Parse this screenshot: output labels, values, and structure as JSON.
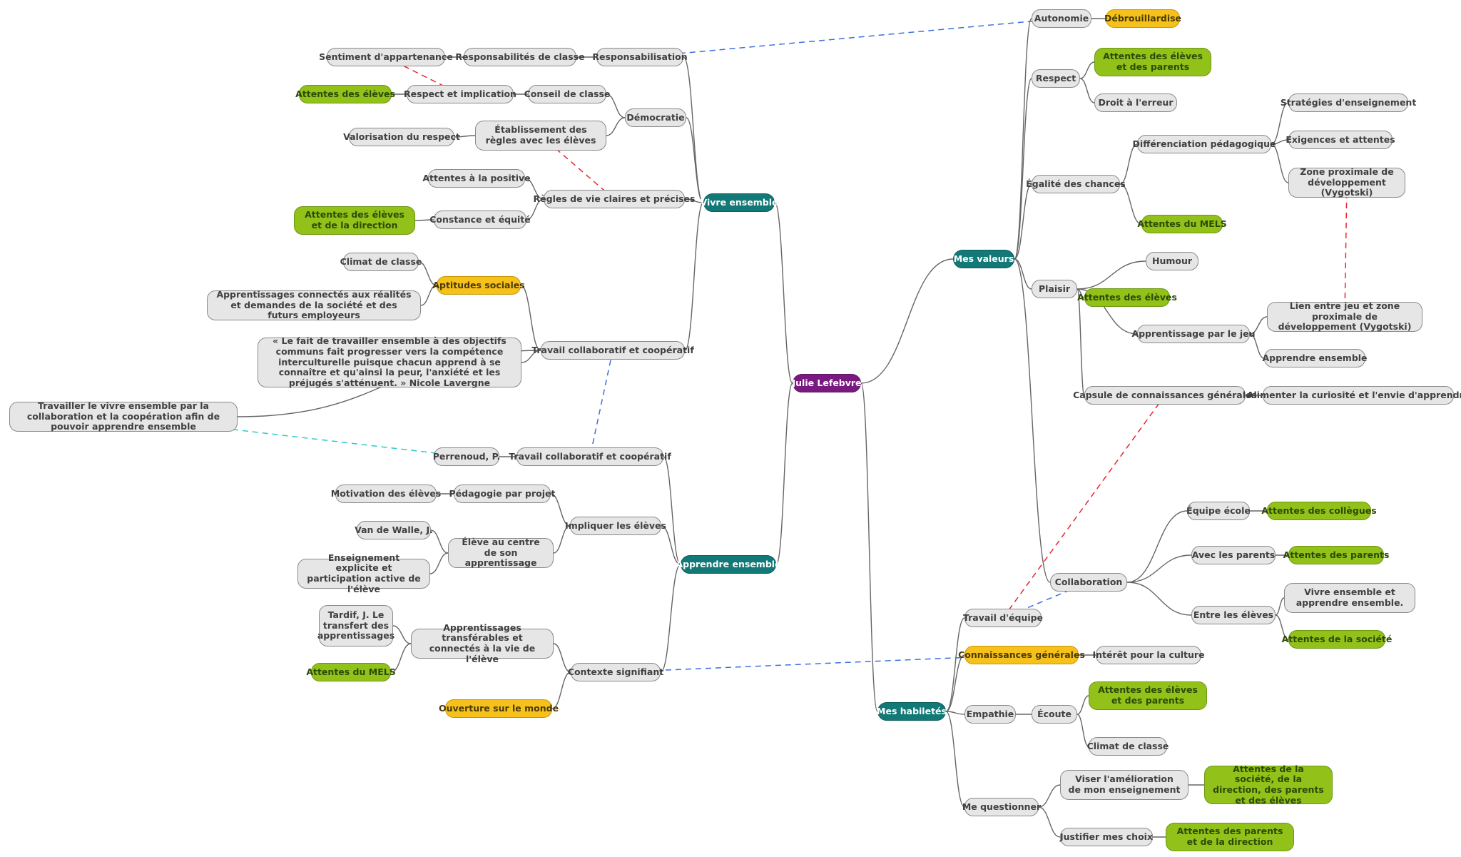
{
  "colors": {
    "root": "#7a1a80",
    "hub": "#127977",
    "leaf": "#e6e6e6",
    "green": "#92c219",
    "yellow": "#f6c11b",
    "link": "#666666",
    "dashed_red": "#e8252f",
    "dashed_blue": "#3c6fe0",
    "dashed_cyan": "#2ec8cf"
  },
  "nodes": {
    "root": {
      "label": "Julie Lefebvre",
      "style": "root"
    },
    "vivre": {
      "label": "Vivre ensemble",
      "style": "hub"
    },
    "apprendre": {
      "label": "Apprendre ensemble",
      "style": "hub"
    },
    "valeurs": {
      "label": "Mes valeurs",
      "style": "hub"
    },
    "habiletes": {
      "label": "Mes habiletés",
      "style": "hub"
    },
    "responsabilisation": {
      "label": "Responsabilisation",
      "style": "leaf"
    },
    "resp_classe": {
      "label": "Responsabilités de classe",
      "style": "leaf"
    },
    "sentiment": {
      "label": "Sentiment d'appartenance",
      "style": "leaf"
    },
    "democratie": {
      "label": "Démocratie",
      "style": "leaf"
    },
    "conseil": {
      "label": "Conseil de classe",
      "style": "leaf"
    },
    "respect_impl": {
      "label": "Respect et implication",
      "style": "leaf"
    },
    "att_eleves_1": {
      "label": "Attentes des élèves",
      "style": "green"
    },
    "etab_regles": {
      "label": "Établissement des règles avec les élèves",
      "style": "leaf"
    },
    "valorisation": {
      "label": "Valorisation du respect",
      "style": "leaf"
    },
    "regles_vie": {
      "label": "Règles de vie claires et précises",
      "style": "leaf"
    },
    "att_positive": {
      "label": "Attentes à la positive",
      "style": "leaf"
    },
    "constance": {
      "label": "Constance et équité",
      "style": "leaf"
    },
    "att_eleves_dir": {
      "label": "Attentes des élèves et de la direction",
      "style": "green"
    },
    "travail_collab_1": {
      "label": "Travail collaboratif et coopératif",
      "style": "leaf"
    },
    "aptitudes": {
      "label": "Aptitudes sociales",
      "style": "yellow"
    },
    "climat_1": {
      "label": "Climat de classe",
      "style": "leaf"
    },
    "apprentissages_conn": {
      "label": "Apprentissages connectés aux réalités et demandes de la société et des futurs employeurs",
      "style": "leaf"
    },
    "citation": {
      "label": "« Le fait de travailler ensemble à des objectifs communs fait progresser vers la compétence interculturelle puisque chacun apprend à se connaître et qu'ainsi la peur, l'anxiété et les préjugés s'atténuent. » Nicole Lavergne",
      "style": "leaf"
    },
    "travailler_vivre": {
      "label": "Travailler le vivre ensemble par la collaboration et la coopération afin de pouvoir apprendre ensemble",
      "style": "leaf"
    },
    "travail_collab_2": {
      "label": "Travail collaboratif et coopératif",
      "style": "leaf"
    },
    "perrenoud": {
      "label": "Perrenoud, P.",
      "style": "leaf"
    },
    "impliquer": {
      "label": "Impliquer les élèves",
      "style": "leaf"
    },
    "pedagogie_projet": {
      "label": "Pédagogie par projet",
      "style": "leaf"
    },
    "motivation": {
      "label": "Motivation des élèves",
      "style": "leaf"
    },
    "eleve_centre": {
      "label": "Élève au centre de son apprentissage",
      "style": "leaf"
    },
    "van_walle": {
      "label": "Van de Walle, J.",
      "style": "leaf"
    },
    "enseignement_expl": {
      "label": "Enseignement explicite et participation active de l'élève",
      "style": "leaf"
    },
    "contexte": {
      "label": "Contexte signifiant",
      "style": "leaf"
    },
    "apprentissages_transf": {
      "label": "Apprentissages transférables et connectés à la vie de l'élève",
      "style": "leaf"
    },
    "tardif": {
      "label": "Tardif, J. Le transfert des apprentissages",
      "style": "leaf"
    },
    "att_mels_1": {
      "label": "Attentes du MELS",
      "style": "green"
    },
    "ouverture": {
      "label": "Ouverture sur le monde",
      "style": "yellow"
    },
    "autonomie": {
      "label": "Autonomie",
      "style": "leaf"
    },
    "debrouillardise": {
      "label": "Débrouillardise",
      "style": "yellow"
    },
    "respect": {
      "label": "Respect",
      "style": "leaf"
    },
    "att_eleves_parents_1": {
      "label": "Attentes des élèves et des parents",
      "style": "green"
    },
    "droit_erreur": {
      "label": "Droit à l'erreur",
      "style": "leaf"
    },
    "egalite": {
      "label": "Égalité des chances",
      "style": "leaf"
    },
    "differenciation": {
      "label": "Différenciation pédagogique",
      "style": "leaf"
    },
    "strategies": {
      "label": "Stratégies d'enseignement",
      "style": "leaf"
    },
    "exigences": {
      "label": "Exigences et attentes",
      "style": "leaf"
    },
    "zone_proximale": {
      "label": "Zone proximale de développement (Vygotski)",
      "style": "leaf"
    },
    "att_mels_2": {
      "label": "Attentes du MELS",
      "style": "green"
    },
    "plaisir": {
      "label": "Plaisir",
      "style": "leaf"
    },
    "humour": {
      "label": "Humour",
      "style": "leaf"
    },
    "att_eleves_2": {
      "label": "Attentes des élèves",
      "style": "green"
    },
    "apprentissage_jeu": {
      "label": "Apprentissage par le jeu",
      "style": "leaf"
    },
    "lien_jeu": {
      "label": "Lien entre jeu et zone proximale de développement (Vygotski)",
      "style": "leaf"
    },
    "apprendre_ens_leaf": {
      "label": "Apprendre ensemble",
      "style": "leaf"
    },
    "capsule": {
      "label": "Capsule de connaissances générales",
      "style": "leaf"
    },
    "curiosite": {
      "label": "Alimenter la curiosité et l'envie d'apprendre",
      "style": "leaf"
    },
    "collaboration": {
      "label": "Collaboration",
      "style": "leaf"
    },
    "equipe_ecole": {
      "label": "Équipe école",
      "style": "leaf"
    },
    "att_collegues": {
      "label": "Attentes des collègues",
      "style": "green"
    },
    "avec_parents": {
      "label": "Avec les parents",
      "style": "leaf"
    },
    "att_parents": {
      "label": "Attentes des parents",
      "style": "green"
    },
    "entre_eleves": {
      "label": "Entre les élèves",
      "style": "leaf"
    },
    "vivre_apprendre": {
      "label": "Vivre ensemble et apprendre ensemble.",
      "style": "leaf"
    },
    "att_societe": {
      "label": "Attentes de la société",
      "style": "green"
    },
    "travail_equipe": {
      "label": "Travail d'équipe",
      "style": "leaf"
    },
    "connaissances": {
      "label": "Connaissances générales",
      "style": "yellow"
    },
    "interet_culture": {
      "label": "Intérêt pour la culture",
      "style": "leaf"
    },
    "empathie": {
      "label": "Empathie",
      "style": "leaf"
    },
    "ecoute": {
      "label": "Écoute",
      "style": "leaf"
    },
    "att_eleves_parents_2": {
      "label": "Attentes des élèves et des parents",
      "style": "green"
    },
    "climat_2": {
      "label": "Climat de classe",
      "style": "leaf"
    },
    "questionner": {
      "label": "Me questionner",
      "style": "leaf"
    },
    "viser": {
      "label": "Viser l'amélioration de mon enseignement",
      "style": "leaf"
    },
    "att_societe_dir": {
      "label": "Attentes de la société, de la direction, des parents et des élèves",
      "style": "green"
    },
    "justifier": {
      "label": "Justifier mes choix",
      "style": "leaf"
    },
    "att_parents_dir": {
      "label": "Attentes des parents et de la direction",
      "style": "green"
    }
  },
  "links": [
    [
      "root",
      "vivre"
    ],
    [
      "root",
      "apprendre"
    ],
    [
      "root",
      "valeurs"
    ],
    [
      "root",
      "habiletes"
    ],
    [
      "vivre",
      "responsabilisation"
    ],
    [
      "vivre",
      "democratie"
    ],
    [
      "vivre",
      "regles_vie"
    ],
    [
      "vivre",
      "travail_collab_1"
    ],
    [
      "responsabilisation",
      "resp_classe"
    ],
    [
      "resp_classe",
      "sentiment"
    ],
    [
      "democratie",
      "conseil"
    ],
    [
      "democratie",
      "etab_regles"
    ],
    [
      "conseil",
      "respect_impl"
    ],
    [
      "respect_impl",
      "att_eleves_1"
    ],
    [
      "etab_regles",
      "valorisation"
    ],
    [
      "regles_vie",
      "att_positive"
    ],
    [
      "regles_vie",
      "constance"
    ],
    [
      "constance",
      "att_eleves_dir"
    ],
    [
      "travail_collab_1",
      "aptitudes"
    ],
    [
      "travail_collab_1",
      "citation"
    ],
    [
      "travail_collab_1",
      "travailler_vivre"
    ],
    [
      "aptitudes",
      "climat_1"
    ],
    [
      "aptitudes",
      "apprentissages_conn"
    ],
    [
      "apprendre",
      "travail_collab_2"
    ],
    [
      "apprendre",
      "impliquer"
    ],
    [
      "apprendre",
      "contexte"
    ],
    [
      "travail_collab_2",
      "perrenoud"
    ],
    [
      "impliquer",
      "pedagogie_projet"
    ],
    [
      "impliquer",
      "eleve_centre"
    ],
    [
      "pedagogie_projet",
      "motivation"
    ],
    [
      "eleve_centre",
      "van_walle"
    ],
    [
      "eleve_centre",
      "enseignement_expl"
    ],
    [
      "contexte",
      "apprentissages_transf"
    ],
    [
      "contexte",
      "ouverture"
    ],
    [
      "apprentissages_transf",
      "tardif"
    ],
    [
      "apprentissages_transf",
      "att_mels_1"
    ],
    [
      "valeurs",
      "autonomie"
    ],
    [
      "valeurs",
      "respect"
    ],
    [
      "valeurs",
      "egalite"
    ],
    [
      "valeurs",
      "plaisir"
    ],
    [
      "valeurs",
      "collaboration"
    ],
    [
      "autonomie",
      "debrouillardise"
    ],
    [
      "respect",
      "att_eleves_parents_1"
    ],
    [
      "respect",
      "droit_erreur"
    ],
    [
      "egalite",
      "differenciation"
    ],
    [
      "egalite",
      "att_mels_2"
    ],
    [
      "differenciation",
      "strategies"
    ],
    [
      "differenciation",
      "exigences"
    ],
    [
      "differenciation",
      "zone_proximale"
    ],
    [
      "plaisir",
      "humour"
    ],
    [
      "plaisir",
      "att_eleves_2"
    ],
    [
      "plaisir",
      "apprentissage_jeu"
    ],
    [
      "plaisir",
      "capsule"
    ],
    [
      "apprentissage_jeu",
      "lien_jeu"
    ],
    [
      "apprentissage_jeu",
      "apprendre_ens_leaf"
    ],
    [
      "capsule",
      "curiosite"
    ],
    [
      "collaboration",
      "equipe_ecole"
    ],
    [
      "collaboration",
      "avec_parents"
    ],
    [
      "collaboration",
      "entre_eleves"
    ],
    [
      "equipe_ecole",
      "att_collegues"
    ],
    [
      "avec_parents",
      "att_parents"
    ],
    [
      "entre_eleves",
      "vivre_apprendre"
    ],
    [
      "entre_eleves",
      "att_societe"
    ],
    [
      "habiletes",
      "travail_equipe"
    ],
    [
      "habiletes",
      "connaissances"
    ],
    [
      "habiletes",
      "empathie"
    ],
    [
      "habiletes",
      "questionner"
    ],
    [
      "connaissances",
      "interet_culture"
    ],
    [
      "empathie",
      "ecoute"
    ],
    [
      "ecoute",
      "att_eleves_parents_2"
    ],
    [
      "ecoute",
      "climat_2"
    ],
    [
      "questionner",
      "viser"
    ],
    [
      "questionner",
      "justifier"
    ],
    [
      "viser",
      "att_societe_dir"
    ],
    [
      "justifier",
      "att_parents_dir"
    ]
  ],
  "relations": [
    {
      "from": "sentiment",
      "to": "respect_impl",
      "color": "dashed_red"
    },
    {
      "from": "etab_regles",
      "to": "regles_vie",
      "color": "dashed_red"
    },
    {
      "from": "responsabilisation",
      "to": "autonomie",
      "color": "dashed_blue"
    },
    {
      "from": "travail_collab_1",
      "to": "travail_collab_2",
      "color": "dashed_blue"
    },
    {
      "from": "travailler_vivre",
      "to": "perrenoud",
      "color": "dashed_cyan",
      "arrow": true
    },
    {
      "from": "contexte",
      "to": "connaissances",
      "color": "dashed_blue"
    },
    {
      "from": "zone_proximale",
      "to": "lien_jeu",
      "color": "dashed_red"
    },
    {
      "from": "capsule",
      "to": "travail_equipe",
      "color": "dashed_red"
    },
    {
      "from": "collaboration",
      "to": "travail_equipe",
      "color": "dashed_blue"
    }
  ]
}
